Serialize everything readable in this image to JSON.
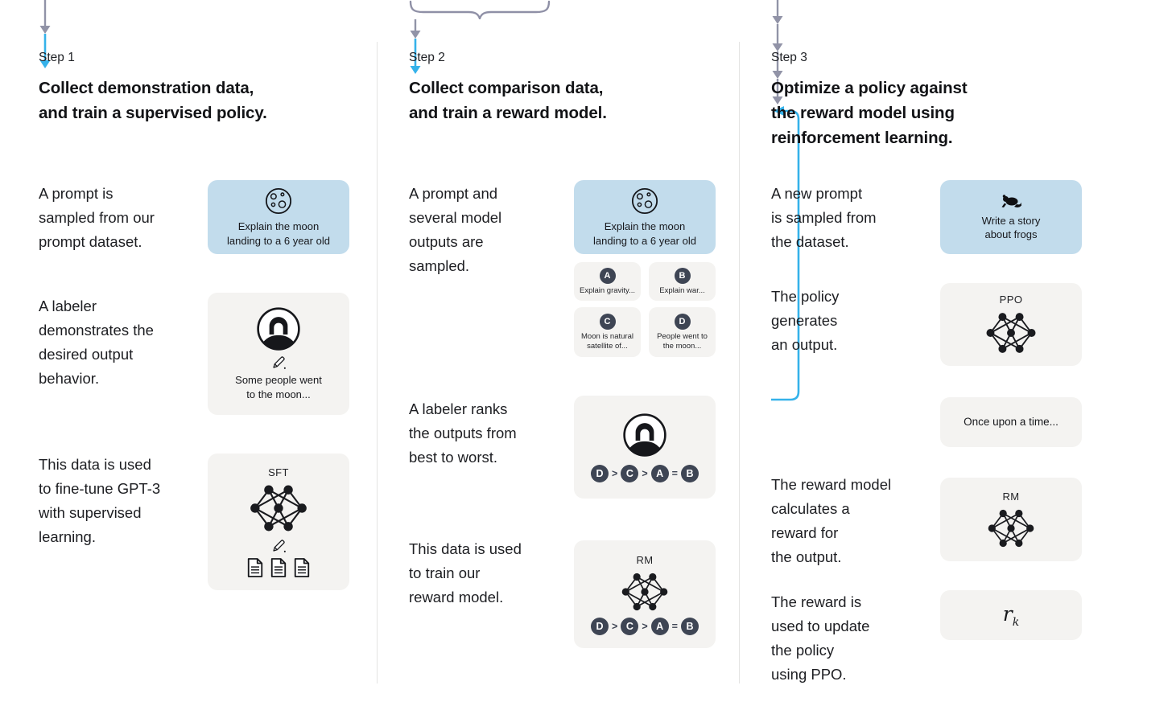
{
  "step1": {
    "label": "Step 1",
    "heading": "Collect demonstration data,\nand train a supervised policy.",
    "side_texts": {
      "t1": "A prompt is\nsampled from our\nprompt dataset.",
      "t2": "A labeler\ndemonstrates the\ndesired output\nbehavior.",
      "t3": "This data is used\nto fine-tune GPT-3\nwith supervised\nlearning."
    },
    "prompt_box": {
      "icon": "moon-icon",
      "text": "Explain the moon\nlanding to a 6 year old"
    },
    "labeler_box": {
      "icons": [
        "labeler-avatar-icon",
        "pencil-icon"
      ],
      "text": "Some people went\nto the moon..."
    },
    "sft_box": {
      "label": "SFT",
      "icons": [
        "neural-network-icon",
        "pencil-icon",
        "documents-icon"
      ]
    }
  },
  "step2": {
    "label": "Step 2",
    "heading": "Collect comparison data,\nand train a reward model.",
    "side_texts": {
      "t1": "A prompt and\nseveral model\noutputs are\nsampled.",
      "t2": "A labeler ranks\nthe outputs from\nbest to worst.",
      "t3": "This data is used\nto train our\nreward model."
    },
    "prompt_box": {
      "icon": "moon-icon",
      "text": "Explain the moon\nlanding to a 6 year old"
    },
    "outputs": [
      {
        "letter": "A",
        "text": "Explain gravity..."
      },
      {
        "letter": "B",
        "text": "Explain war..."
      },
      {
        "letter": "C",
        "text": "Moon is natural\nsatellite of..."
      },
      {
        "letter": "D",
        "text": "People went to\nthe moon..."
      }
    ],
    "ranking": {
      "items": [
        "D",
        "C",
        "A",
        "B"
      ],
      "ops": [
        ">",
        ">",
        "="
      ]
    },
    "rm_box": {
      "label": "RM",
      "icon": "neural-network-icon"
    }
  },
  "step3": {
    "label": "Step 3",
    "heading": "Optimize a policy against\nthe reward model using\nreinforcement learning.",
    "side_texts": {
      "t1": "A new prompt\nis sampled from\nthe dataset.",
      "t2": "The policy\ngenerates\nan output.",
      "t3": "The reward model\ncalculates a\nreward for\nthe output.",
      "t4": "The reward is\nused to update\nthe policy\nusing PPO."
    },
    "prompt_box": {
      "icon": "frog-icon",
      "text": "Write a story\nabout frogs"
    },
    "ppo_box": {
      "label": "PPO",
      "icon": "neural-network-icon"
    },
    "output_box": {
      "text": "Once upon a time..."
    },
    "rm_box": {
      "label": "RM",
      "icon": "neural-network-icon"
    },
    "reward_box": {
      "base": "r",
      "sub": "k"
    }
  },
  "colors": {
    "prompt_box_bg": "#c2dcec",
    "model_box_bg": "#f4f3f1",
    "rank_chip_bg": "#3e4554",
    "arrow_gray": "#9193a7",
    "arrow_blue": "#35b2ea",
    "divider": "#e4e4e3",
    "text": "#1b1c20"
  }
}
